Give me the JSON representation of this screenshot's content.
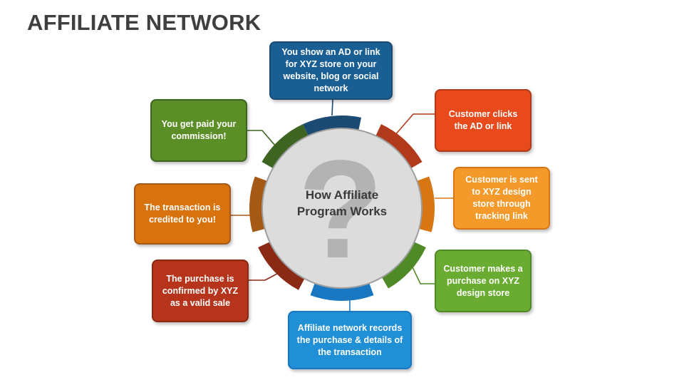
{
  "title": "AFFILIATE NETWORK",
  "center": {
    "line1": "How Affiliate",
    "line2": "Program Works",
    "watermark_glyph": "?"
  },
  "steps": [
    {
      "text": "You show an AD or link for XYZ store on your website, blog or social network",
      "color": "#1a5f94",
      "arc_color": "#1b4a73"
    },
    {
      "text": "Customer clicks the AD or link",
      "color": "#e84a1c",
      "arc_color": "#b23a1c"
    },
    {
      "text": "Customer is sent to XYZ design store through tracking link",
      "color": "#f39a2a",
      "arc_color": "#d97614"
    },
    {
      "text": "Customer makes a purchase on XYZ design store",
      "color": "#69ac31",
      "arc_color": "#4f8a27"
    },
    {
      "text": "Affiliate network records the purchase & details of the transaction",
      "color": "#1f8fd6",
      "arc_color": "#1a78c2"
    },
    {
      "text": "The purchase is confirmed by XYZ as a valid sale",
      "color": "#b5341b",
      "arc_color": "#8a2914"
    },
    {
      "text": "The transaction is credited to you!",
      "color": "#d8720c",
      "arc_color": "#a45914"
    },
    {
      "text": "You get paid your commission!",
      "color": "#5c8e28",
      "arc_color": "#3d6421"
    }
  ]
}
